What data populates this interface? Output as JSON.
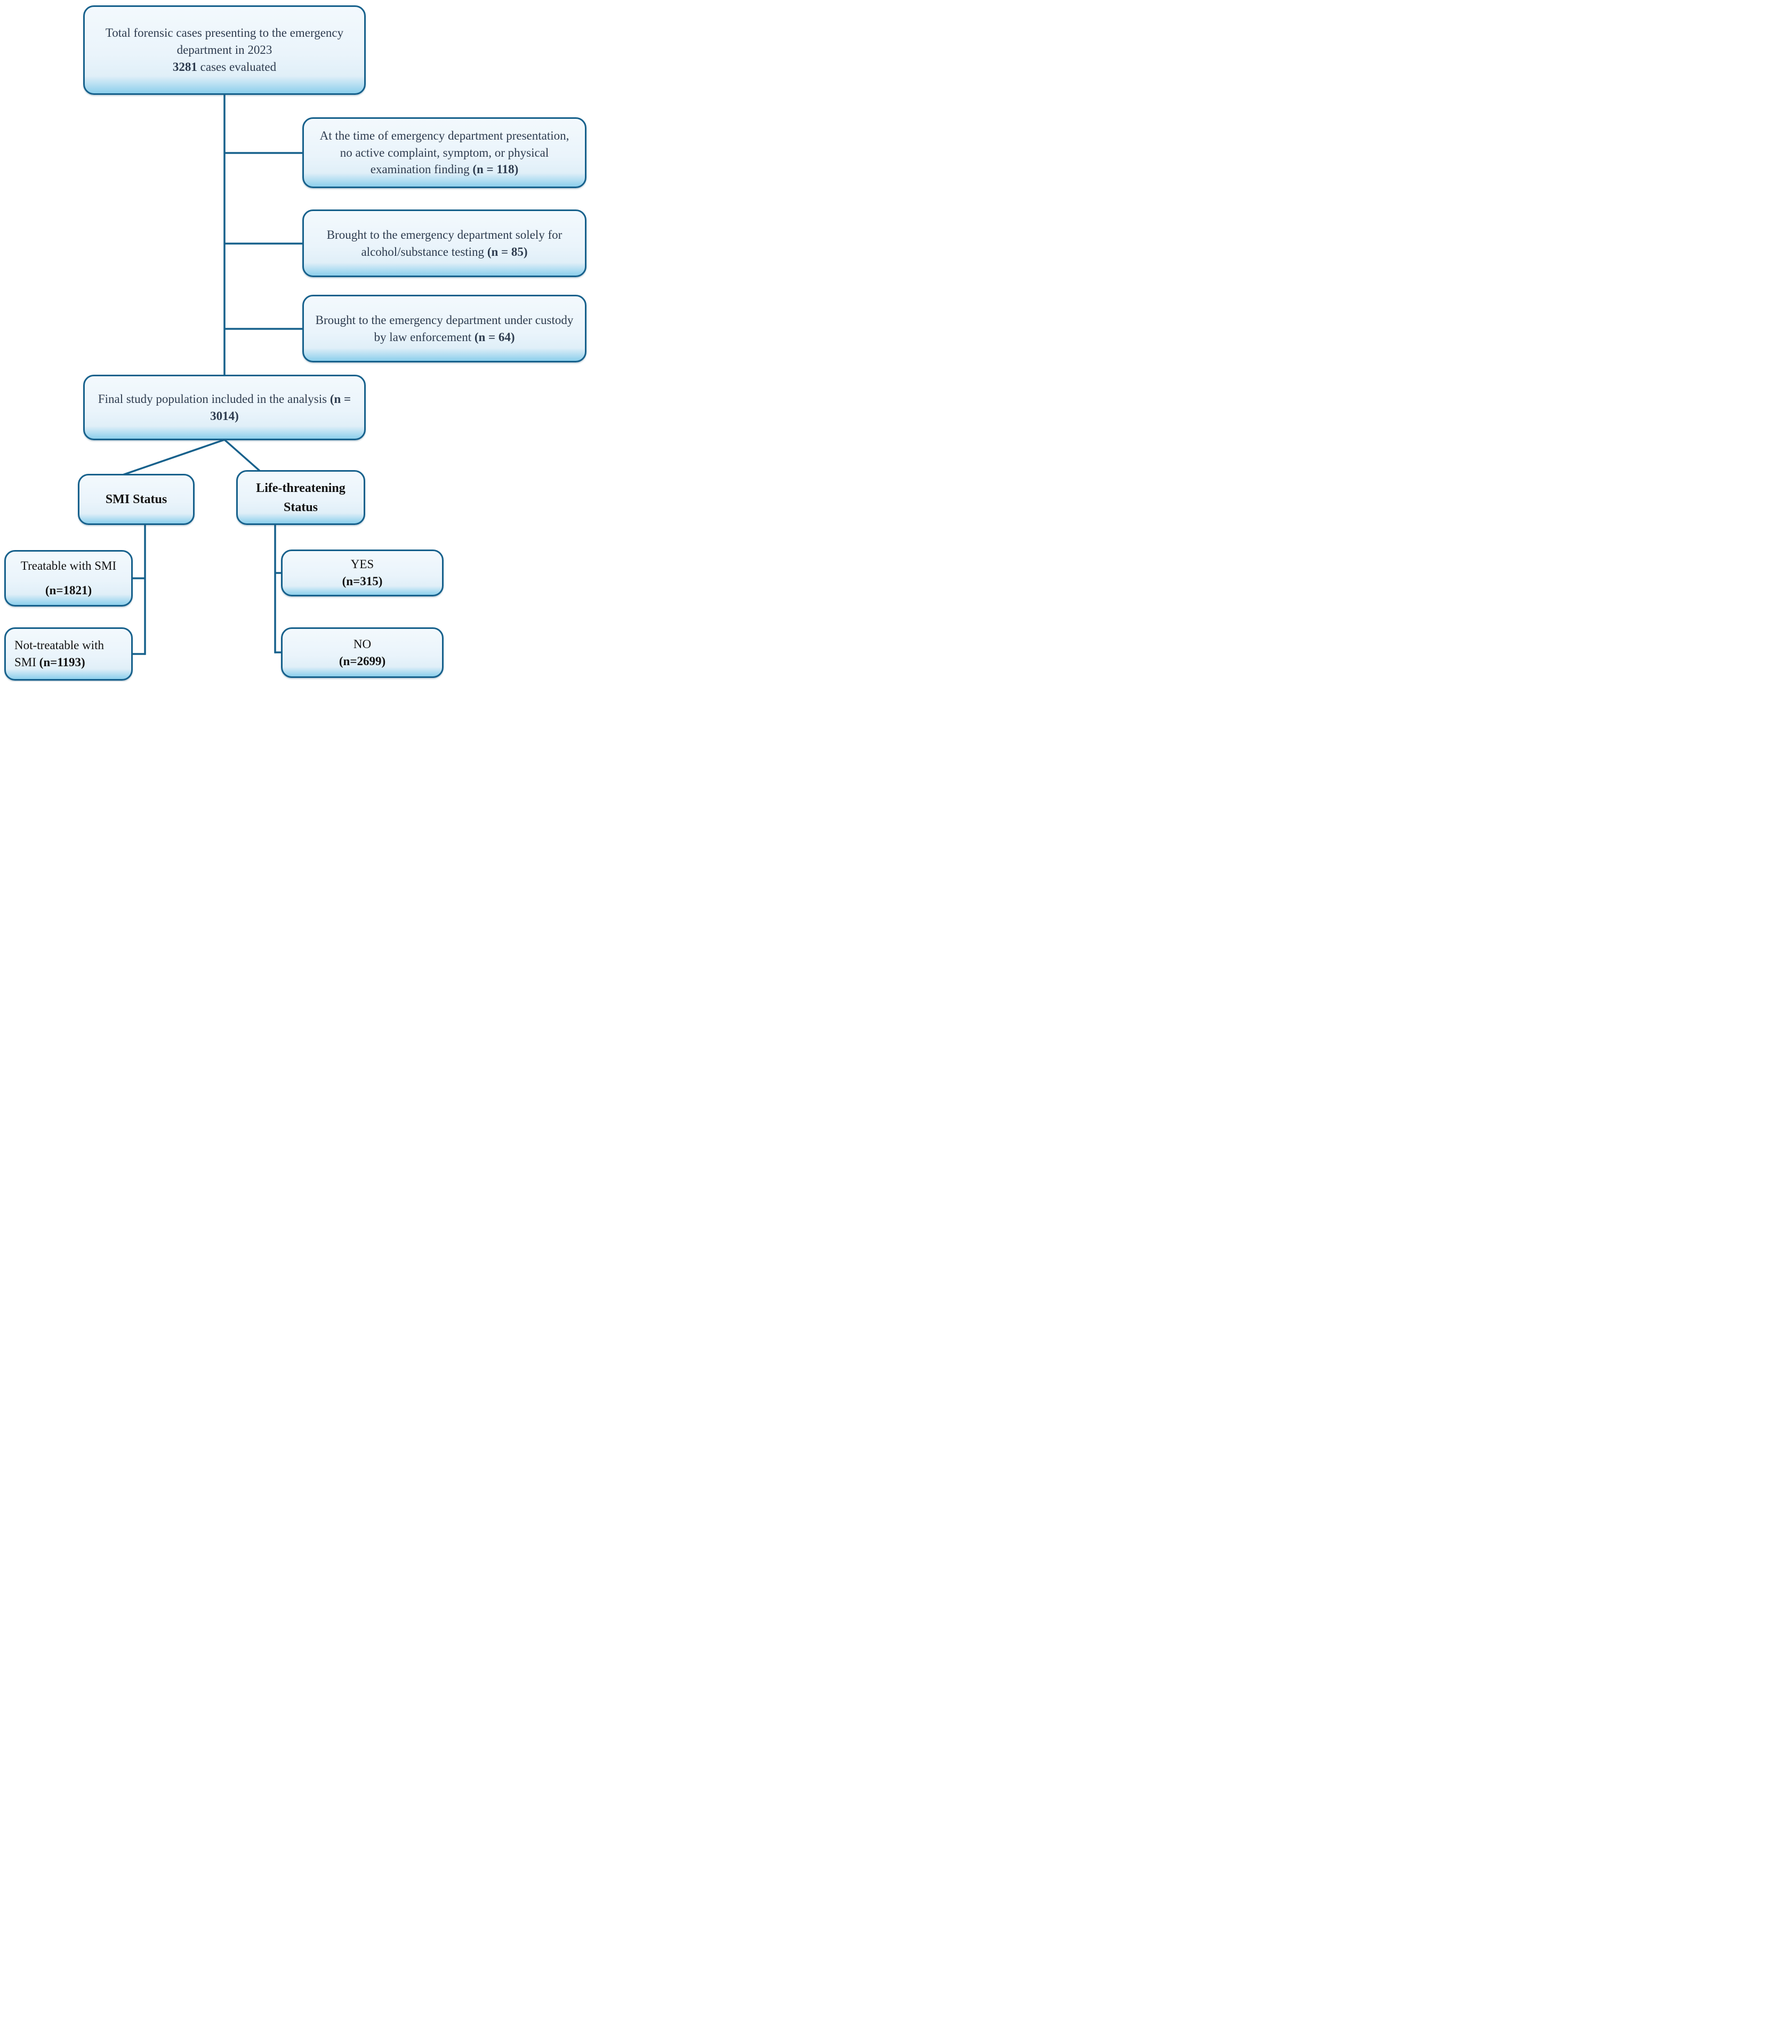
{
  "figure": {
    "nodes": {
      "total": {
        "text": "Total forensic cases presenting to the emergency department in 2023",
        "count": "3281",
        "count_suffix": "cases evaluated"
      },
      "excl1": {
        "text": "At the time of emergency department presentation, no active complaint, symptom, or physical examination finding",
        "n": "(n = 118)"
      },
      "excl2": {
        "text": "Brought to the emergency department solely for alcohol/substance testing",
        "n": "(n = 85)"
      },
      "excl3": {
        "text": "Brought to the emergency department under custody by law enforcement",
        "n": "(n = 64)"
      },
      "final": {
        "text": "Final study population included in the analysis",
        "n": "(n = 3014)"
      },
      "smi": {
        "title": "SMI Status"
      },
      "life": {
        "title": "Life-threatening Status"
      },
      "treatable": {
        "line1": "Treatable with SMI",
        "n": "(n=1821)"
      },
      "not_treatable": {
        "line1": "Not-treatable with",
        "line2": "SMI",
        "n": "(n=1193)"
      },
      "yes": {
        "line1": "YES",
        "n": "(n=315)"
      },
      "no": {
        "line1": "NO",
        "n": "(n=2699)"
      }
    },
    "colors": {
      "stroke": "#17618C",
      "fill_top": "#F3F9FD",
      "fill_bottom": "#8CCFEC",
      "text_primary": "#2E3C4F",
      "text_secondary": "#111111"
    }
  }
}
